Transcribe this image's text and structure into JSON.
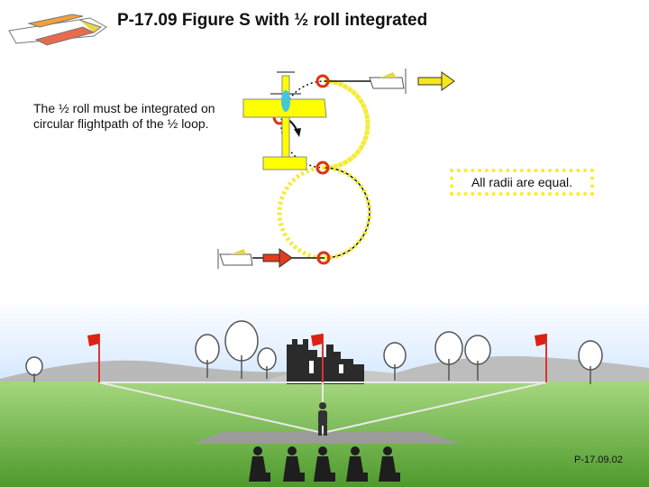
{
  "slide": {
    "title": "P-17.09 Figure S with ½ roll integrated",
    "note": "The ½ roll must be integrated on circular flightpath of the ½ loop.",
    "radii_note": "All radii are equal.",
    "code": "P-17.09.02"
  },
  "colors": {
    "path_dotted": "#f4ec36",
    "marker_ring": "#dd3311",
    "entry_arrow": "#e53a1c",
    "exit_arrow": "#f5e71b",
    "plane_top_view": "#ffff00",
    "sky_top": "#ffffff",
    "sky_bottom": "#ddeeff",
    "grass_light": "#9ed27a",
    "grass_dark": "#4f9a2e",
    "runway": "#9a9a9a",
    "flag": "#dd2211"
  },
  "icons": [
    "title-plane-icon",
    "yellow-plane-icon",
    "entry-plane-icon",
    "exit-plane-icon",
    "rotation-arrow-icon",
    "judge-figure-icon",
    "flag-icon",
    "tree-icon",
    "castle-silhouette-icon"
  ]
}
